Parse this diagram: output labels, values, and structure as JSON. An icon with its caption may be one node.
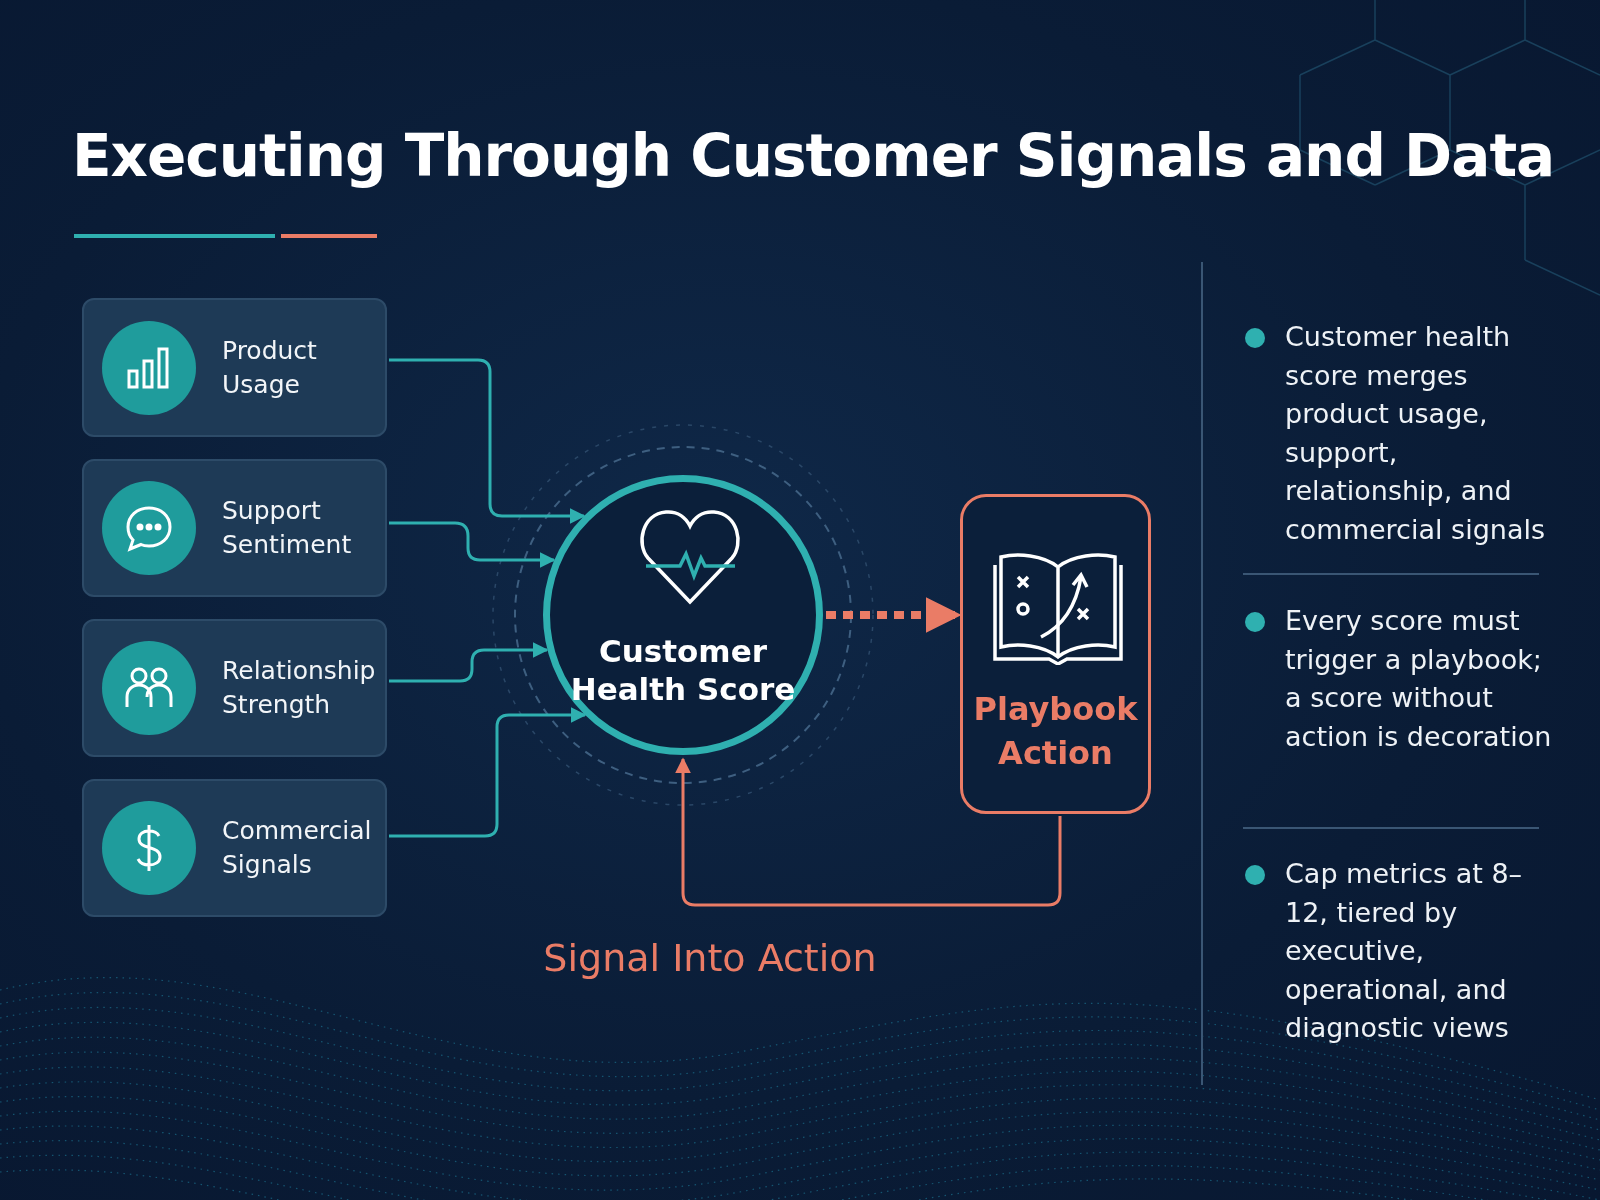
{
  "diagram": {
    "title": "Executing Through Customer Signals and Data",
    "nodes": [
      {
        "text": [
          "Product Usage"
        ]
      },
      {
        "text": [
          "Support Sentiment"
        ]
      },
      {
        "text": [
          "Relationship Strength"
        ]
      },
      {
        "text": [
          "Commercial Signals"
        ]
      },
      {
        "text": [
          "Customer Health Score"
        ]
      },
      {
        "text": [
          "Playbook Action"
        ]
      }
    ],
    "edges": [
      {
        "from": 0,
        "to": 4,
        "arrow": "to"
      },
      {
        "from": 1,
        "to": 4,
        "arrow": "to"
      },
      {
        "from": 2,
        "to": 4,
        "arrow": "to"
      },
      {
        "from": 3,
        "to": 4,
        "arrow": "to"
      },
      {
        "from": 4,
        "to": 5,
        "arrow": "to",
        "style": "dashed",
        "color": "#ea7c66"
      },
      {
        "from": 5,
        "to": 4,
        "arrow": "to",
        "color": "#ea7c66"
      }
    ],
    "labels": [
      "Signal Into Action",
      "Customer health score merges product usage, support, relationship, and commercial signals",
      "Every score must trigger a playbook; a score without action is decoration",
      "Cap metrics at 8–12, tiered by executive, operational, and diagnostic views"
    ]
  }
}
